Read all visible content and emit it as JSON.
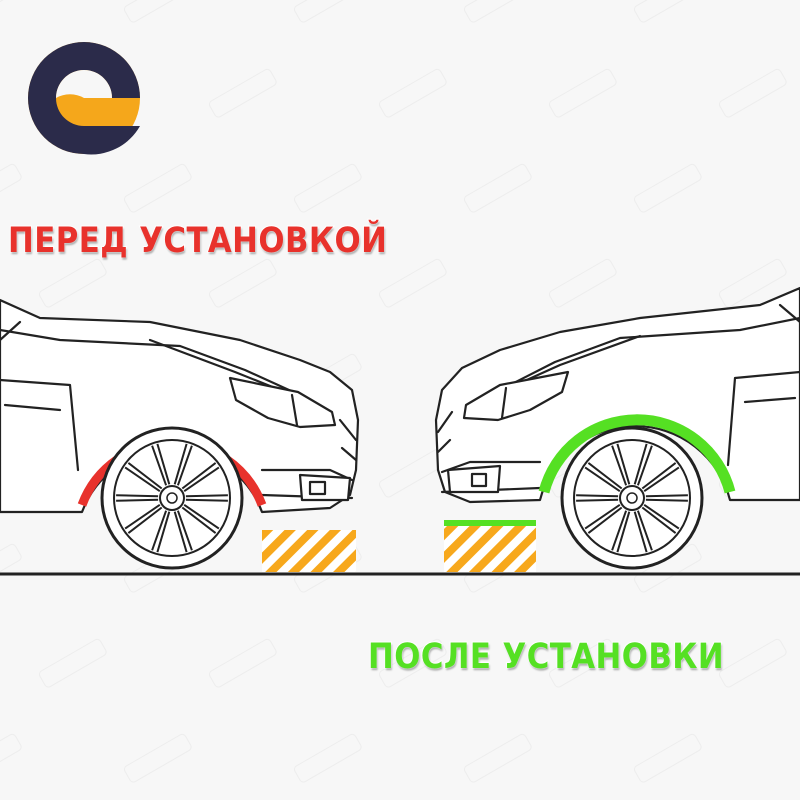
{
  "captions": {
    "before": "ПЕРЕД УСТАНОВКОЙ",
    "after": "ПОСЛЕ УСТАНОВКИ"
  },
  "icons": {
    "logo": "brand-s-logo",
    "car_before": "car-front-line-drawing",
    "car_after": "car-front-line-drawing",
    "spacer_before": "hazard-stripe-block",
    "spacer_after": "hazard-stripe-block"
  },
  "colors": {
    "before_accent": "#e8322c",
    "after_accent": "#55e023",
    "logo_dark": "#2b2b4a",
    "logo_orange": "#f5a71b",
    "hazard_orange": "#f7a81c",
    "line": "#222222"
  }
}
